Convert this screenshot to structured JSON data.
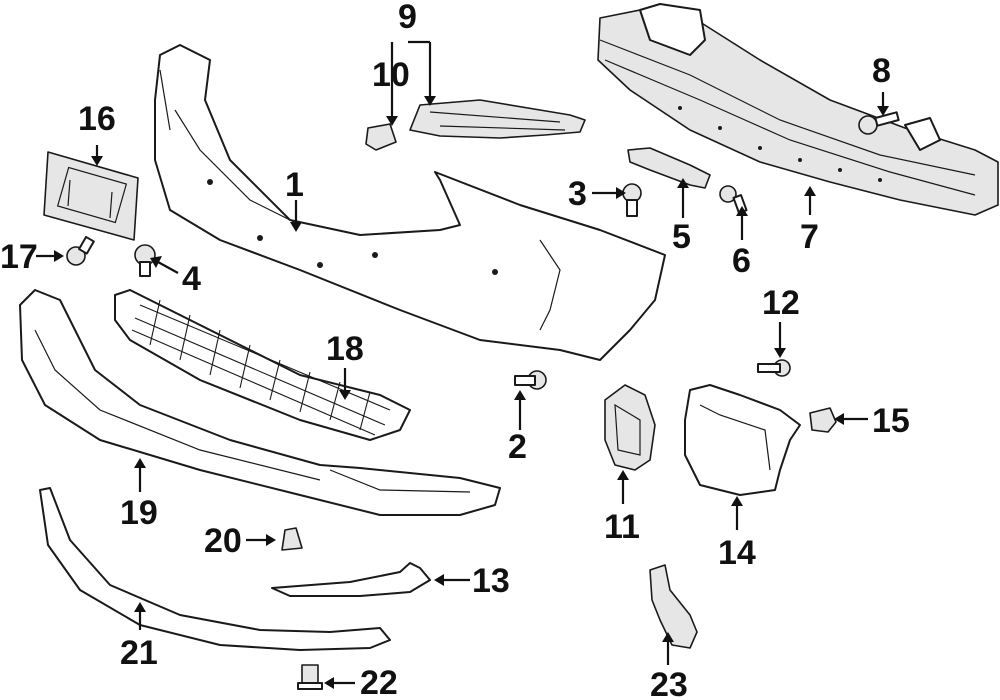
{
  "colors": {
    "line": "#1a1a1a",
    "shade": "#e6e6e6",
    "background": "#ffffff"
  },
  "callouts": [
    {
      "id": "1",
      "label": "1"
    },
    {
      "id": "2",
      "label": "2"
    },
    {
      "id": "3",
      "label": "3"
    },
    {
      "id": "4",
      "label": "4"
    },
    {
      "id": "5",
      "label": "5"
    },
    {
      "id": "6",
      "label": "6"
    },
    {
      "id": "7",
      "label": "7"
    },
    {
      "id": "8",
      "label": "8"
    },
    {
      "id": "9",
      "label": "9"
    },
    {
      "id": "10",
      "label": "10"
    },
    {
      "id": "11",
      "label": "11"
    },
    {
      "id": "12",
      "label": "12"
    },
    {
      "id": "13",
      "label": "13"
    },
    {
      "id": "14",
      "label": "14"
    },
    {
      "id": "15",
      "label": "15"
    },
    {
      "id": "16",
      "label": "16"
    },
    {
      "id": "17",
      "label": "17"
    },
    {
      "id": "18",
      "label": "18"
    },
    {
      "id": "19",
      "label": "19"
    },
    {
      "id": "20",
      "label": "20"
    },
    {
      "id": "21",
      "label": "21"
    },
    {
      "id": "22",
      "label": "22"
    },
    {
      "id": "23",
      "label": "23"
    }
  ]
}
